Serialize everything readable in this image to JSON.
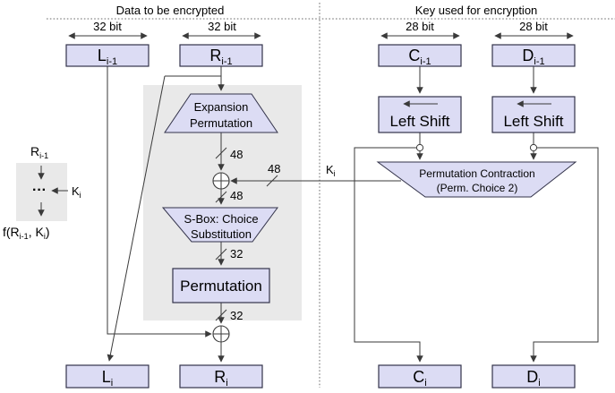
{
  "colors": {
    "box_fill": "#dcdcf4",
    "box_border": "#33334a",
    "panel_fill": "#e9e9e9",
    "line": "#3a3a3a",
    "text": "#000000"
  },
  "header": {
    "left_title": "Data to be encrypted",
    "right_title": "Key used for encryption"
  },
  "registers": {
    "l_prev": {
      "main": "L",
      "sub": "i-1",
      "width_label": "32 bit"
    },
    "r_prev": {
      "main": "R",
      "sub": "i-1",
      "width_label": "32 bit"
    },
    "c_prev": {
      "main": "C",
      "sub": "i-1",
      "width_label": "28 bit"
    },
    "d_prev": {
      "main": "D",
      "sub": "i-1",
      "width_label": "28 bit"
    },
    "l_next": {
      "main": "L",
      "sub": "i"
    },
    "r_next": {
      "main": "R",
      "sub": "i"
    },
    "c_next": {
      "main": "C",
      "sub": "i"
    },
    "d_next": {
      "main": "D",
      "sub": "i"
    }
  },
  "blocks": {
    "expansion_permutation": {
      "line1": "Expansion",
      "line2": "Permutation"
    },
    "sbox": {
      "line1": "S-Box: Choice",
      "line2": "Substitution"
    },
    "permutation": {
      "label": "Permutation"
    },
    "left_shift": {
      "label": "Left Shift"
    },
    "permutation_contraction": {
      "line1": "Permutation Contraction",
      "line2": "(Perm. Choice 2)"
    }
  },
  "wire_labels": {
    "expansion_out": "48",
    "key_in": "48",
    "xor_out": "48",
    "sbox_out": "32",
    "permutation_out": "32",
    "key": {
      "main": "K",
      "sub": "i"
    }
  },
  "legend": {
    "input": {
      "main": "R",
      "sub": "i-1"
    },
    "dots": "···",
    "key": {
      "main": "K",
      "sub": "i"
    },
    "output": {
      "p1": "f(R",
      "p2": "i-1",
      "p3": ", K",
      "p4": "i",
      "p5": ")"
    }
  }
}
